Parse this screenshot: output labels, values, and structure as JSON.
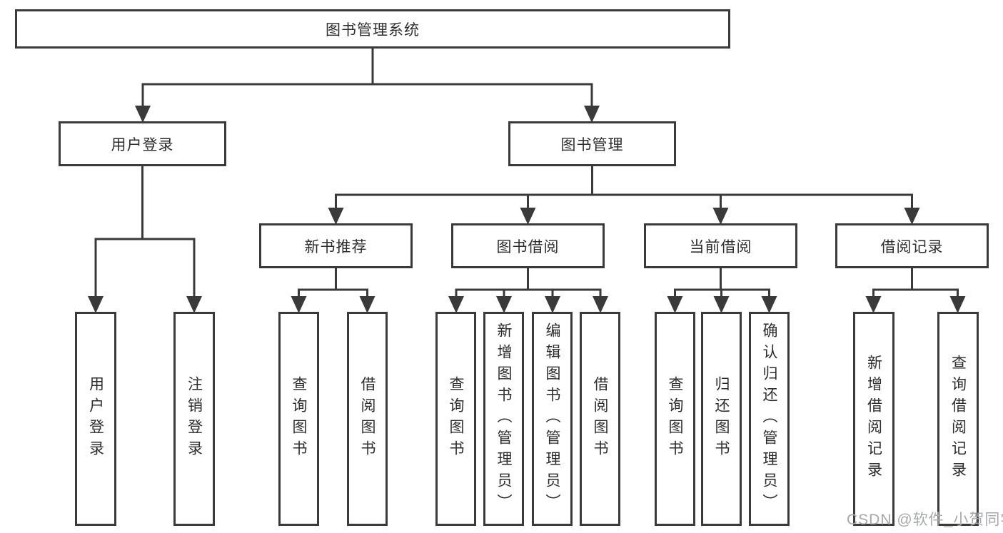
{
  "diagram": {
    "root": {
      "label": "图书管理系统"
    },
    "level2": [
      {
        "id": "user-login",
        "label": "用户登录"
      },
      {
        "id": "book-management",
        "label": "图书管理"
      }
    ],
    "level3": [
      {
        "id": "new-book-recommend",
        "label": "新书推荐"
      },
      {
        "id": "book-borrow",
        "label": "图书借阅"
      },
      {
        "id": "current-borrow",
        "label": "当前借阅"
      },
      {
        "id": "borrow-record",
        "label": "借阅记录"
      }
    ],
    "leaves": [
      {
        "group": "user-login",
        "label": "用户登录"
      },
      {
        "group": "user-login",
        "label": "注销登录"
      },
      {
        "group": "new-book-recommend",
        "label": "查询图书"
      },
      {
        "group": "new-book-recommend",
        "label": "借阅图书"
      },
      {
        "group": "book-borrow",
        "label": "查询图书"
      },
      {
        "group": "book-borrow",
        "label": "新增图书（管理员）"
      },
      {
        "group": "book-borrow",
        "label": "编辑图书（管理员）"
      },
      {
        "group": "book-borrow",
        "label": "借阅图书"
      },
      {
        "group": "current-borrow",
        "label": "查询图书"
      },
      {
        "group": "current-borrow",
        "label": "归还图书"
      },
      {
        "group": "current-borrow",
        "label": "确认归还（管理员）"
      },
      {
        "group": "borrow-record",
        "label": "新增借阅记录"
      },
      {
        "group": "borrow-record",
        "label": "查询借阅记录"
      }
    ],
    "watermark": "CSDN @软件_小贺同学",
    "colors": {
      "line": "#3a3a3a",
      "text": "#2d2d2d",
      "watermark": "#a7a9ac",
      "background": "#ffffff"
    }
  }
}
